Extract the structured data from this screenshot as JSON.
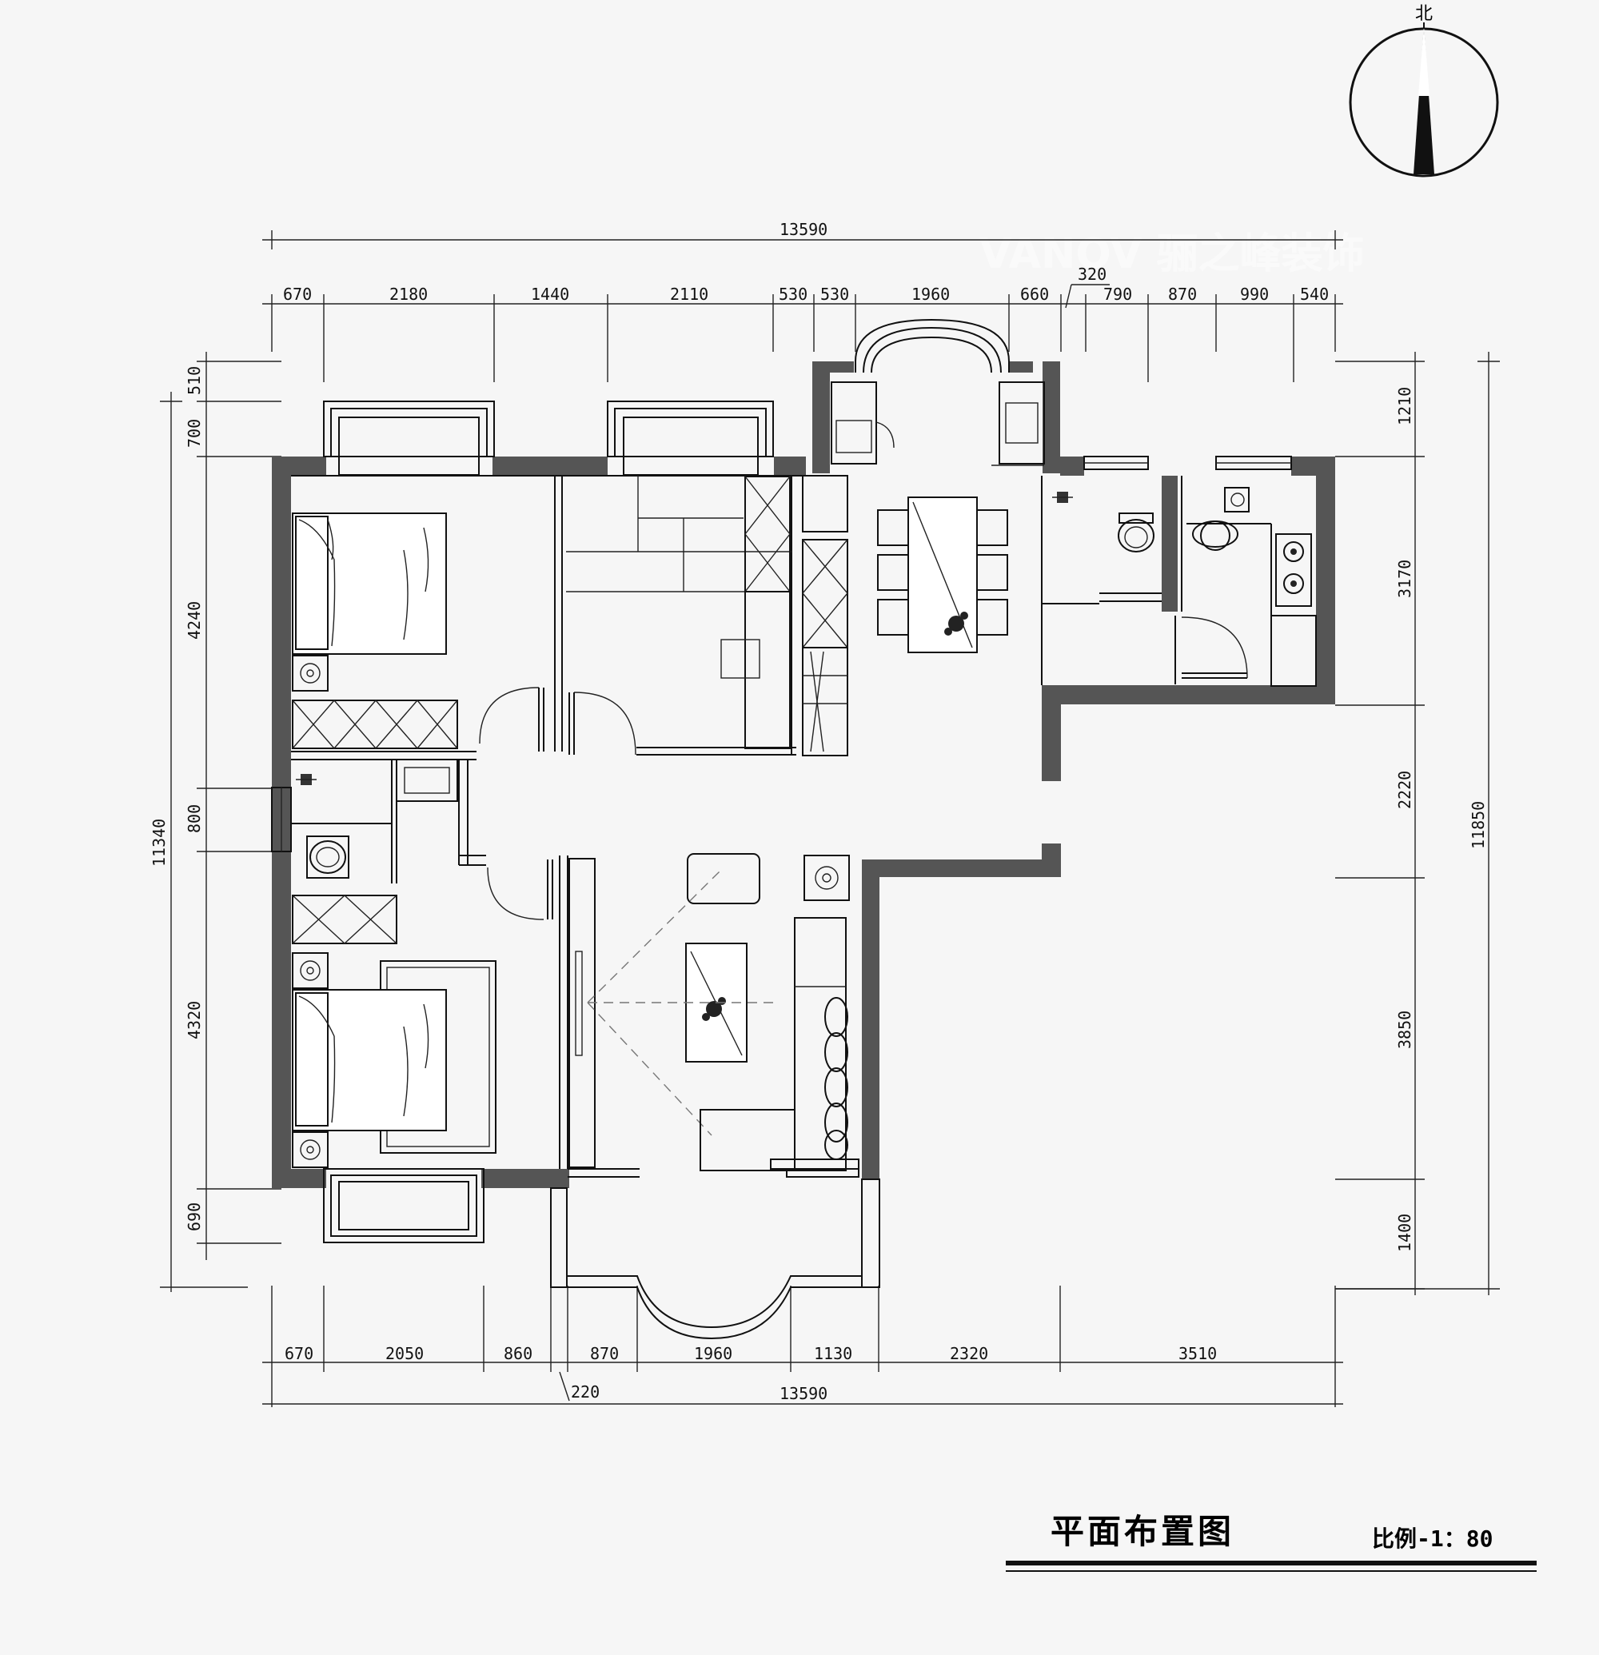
{
  "title": "平面布置图",
  "scale": "比例-1：80",
  "north_label": "北",
  "watermark": "VANOV 骊之峰装饰",
  "dims": {
    "top_total": "13590",
    "top": [
      "670",
      "2180",
      "1440",
      "2110",
      "530",
      "530",
      "1960",
      "660",
      "790",
      "870",
      "990",
      "540"
    ],
    "top_extra": "320",
    "bottom": [
      "670",
      "2050",
      "860",
      "870",
      "1960",
      "1130",
      "2320",
      "3510"
    ],
    "bottom_extra": "220",
    "bottom_total": "13590",
    "left": [
      "510",
      "700",
      "4240",
      "800",
      "4320",
      "690"
    ],
    "left_total": "11340",
    "right": [
      "1210",
      "3170",
      "2220",
      "3850",
      "1400"
    ],
    "right_total": "11850"
  }
}
